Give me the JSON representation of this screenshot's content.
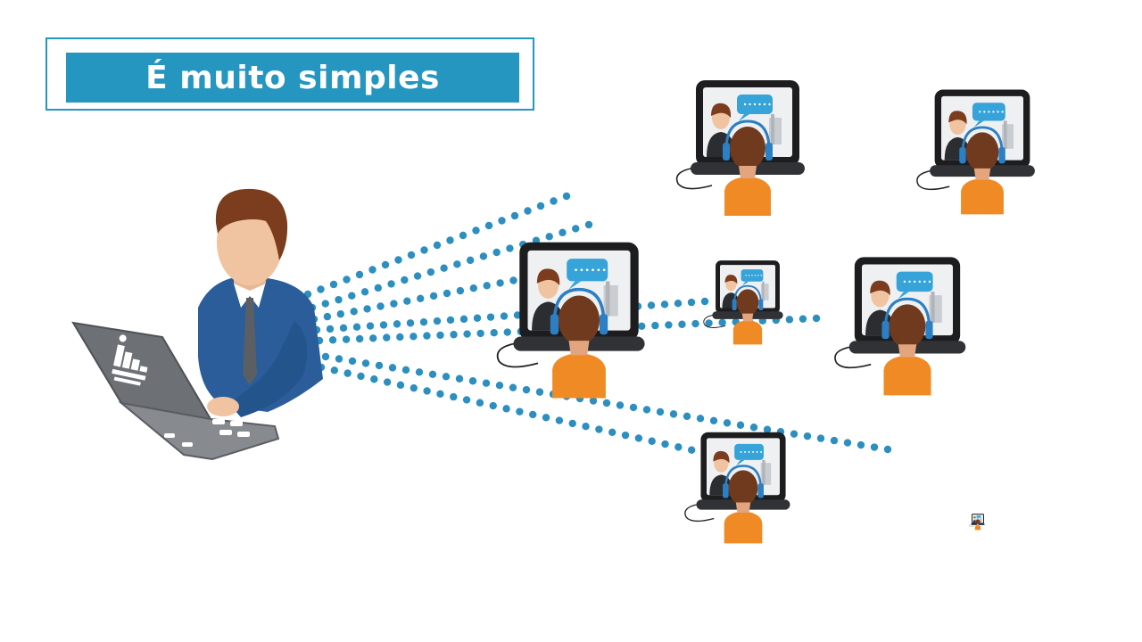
{
  "title": {
    "text": "É muito simples"
  },
  "colors": {
    "accent": "#2596c0",
    "dots": "#2c8fc0",
    "presenter_suit": "#2a5d9a",
    "presenter_tie": "#5b5f63",
    "hair": "#7b3d1e",
    "skin": "#f0c4a0",
    "laptop": "#6d7175",
    "viewer_shirt": "#f08a24",
    "headset": "#2b7fc4",
    "monitor": "#1d1d1f",
    "screen": "#eef0f2",
    "speech_bubble": "#36a3d9"
  },
  "illustration": {
    "presenter": "presenter-with-laptop",
    "laptop_logo": "step-academy-logo",
    "viewers": [
      {
        "name": "viewer-top-center"
      },
      {
        "name": "viewer-top-right"
      },
      {
        "name": "viewer-middle-large"
      },
      {
        "name": "viewer-middle-small"
      },
      {
        "name": "viewer-middle-right"
      },
      {
        "name": "viewer-bottom"
      },
      {
        "name": "viewer-tiny"
      }
    ]
  }
}
